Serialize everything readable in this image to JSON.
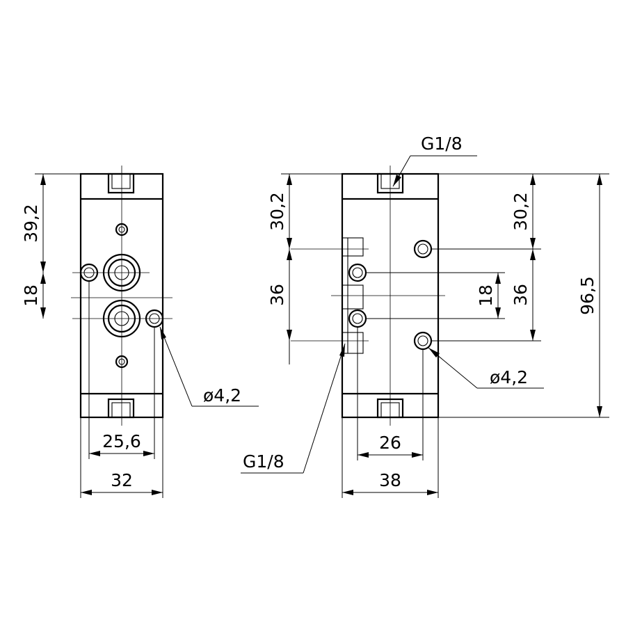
{
  "left_view": {
    "dim_top": "39,2",
    "dim_middle": "18",
    "dim_hole": "ø4,2",
    "dim_inner_width": "25,6",
    "dim_outer_width": "32"
  },
  "right_view": {
    "dim_thread_top": "G1/8",
    "dim_left_upper": "30,2",
    "dim_left_middle": "36",
    "dim_inner_middle": "18",
    "dim_right_upper": "30,2",
    "dim_right_middle": "36",
    "dim_total_height": "96,5",
    "dim_hole": "ø4,2",
    "dim_inner_width": "26",
    "dim_outer_width": "38",
    "dim_thread_side": "G1/8"
  }
}
